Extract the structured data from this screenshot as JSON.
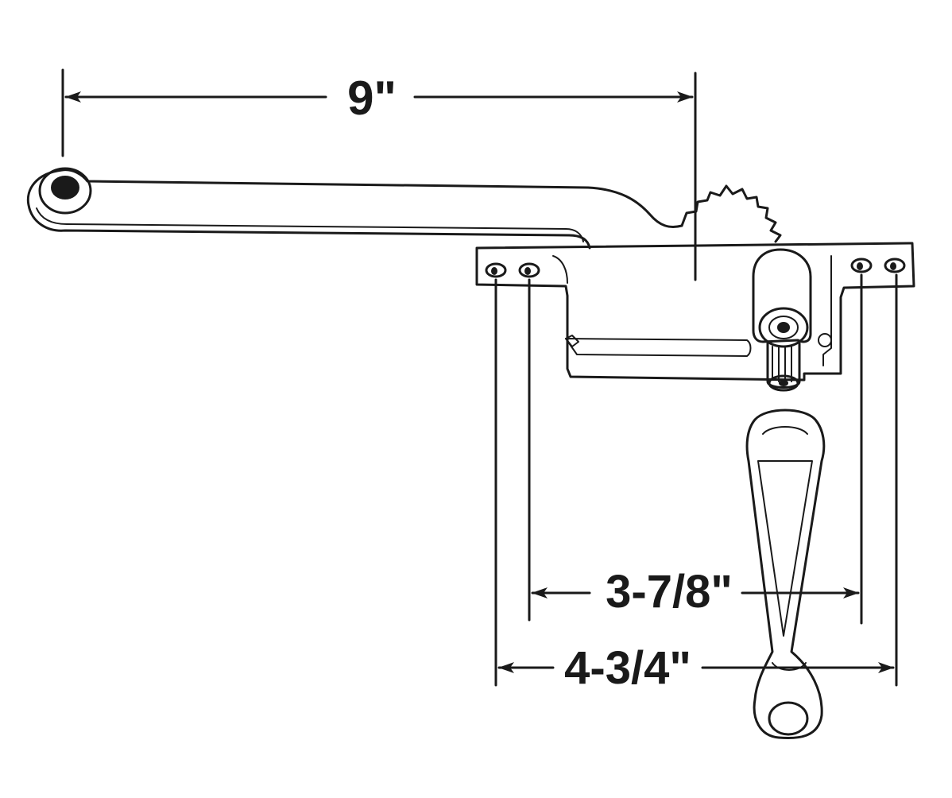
{
  "dimensions": {
    "arm_length": "9\"",
    "inner_hole_spacing": "3-7/8\"",
    "outer_hole_spacing": "4-3/4\""
  },
  "colors": {
    "ink": "#1a1a1a",
    "background": "#ffffff"
  }
}
